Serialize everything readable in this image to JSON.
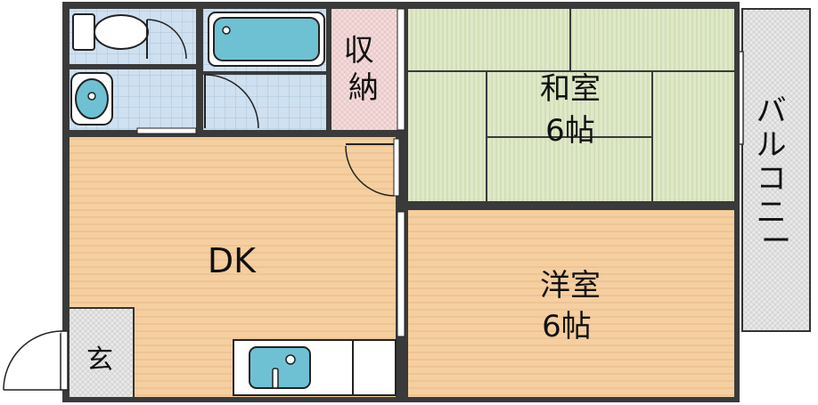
{
  "rooms": {
    "washitsu": {
      "name": "和室",
      "size": "6帖"
    },
    "yoshitsu": {
      "name": "洋室",
      "size": "6帖"
    },
    "dk": {
      "name": "DK"
    },
    "storage": {
      "chars": [
        "収",
        "納"
      ]
    },
    "entrance": {
      "name": "玄"
    },
    "balcony": {
      "chars": [
        "バ",
        "ル",
        "コ",
        "ニ",
        "ー"
      ]
    }
  },
  "colors": {
    "wall": "#3a3a3a",
    "tatami": "#dfe8c8",
    "tatami_line": "#b9cc98",
    "wood": "#f6cfa0",
    "wood_line": "#e3b07c",
    "tile": "#cfe0f0",
    "fixture": "#6ec1d3",
    "storage": "#f4dcdc",
    "balcony": "#e6e6e6"
  },
  "icons": [
    "toilet-icon",
    "bathtub-icon",
    "washbasin-icon",
    "kitchen-sink-icon",
    "door-swing-icon"
  ]
}
